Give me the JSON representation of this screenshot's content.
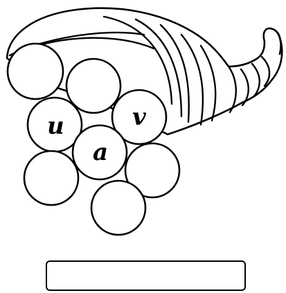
{
  "cornucopia": {
    "fruit_labels": [
      "u",
      "v",
      "a"
    ]
  },
  "answer_box": {
    "value": ""
  },
  "colors": {
    "ink": "#000000",
    "paper": "#ffffff"
  }
}
